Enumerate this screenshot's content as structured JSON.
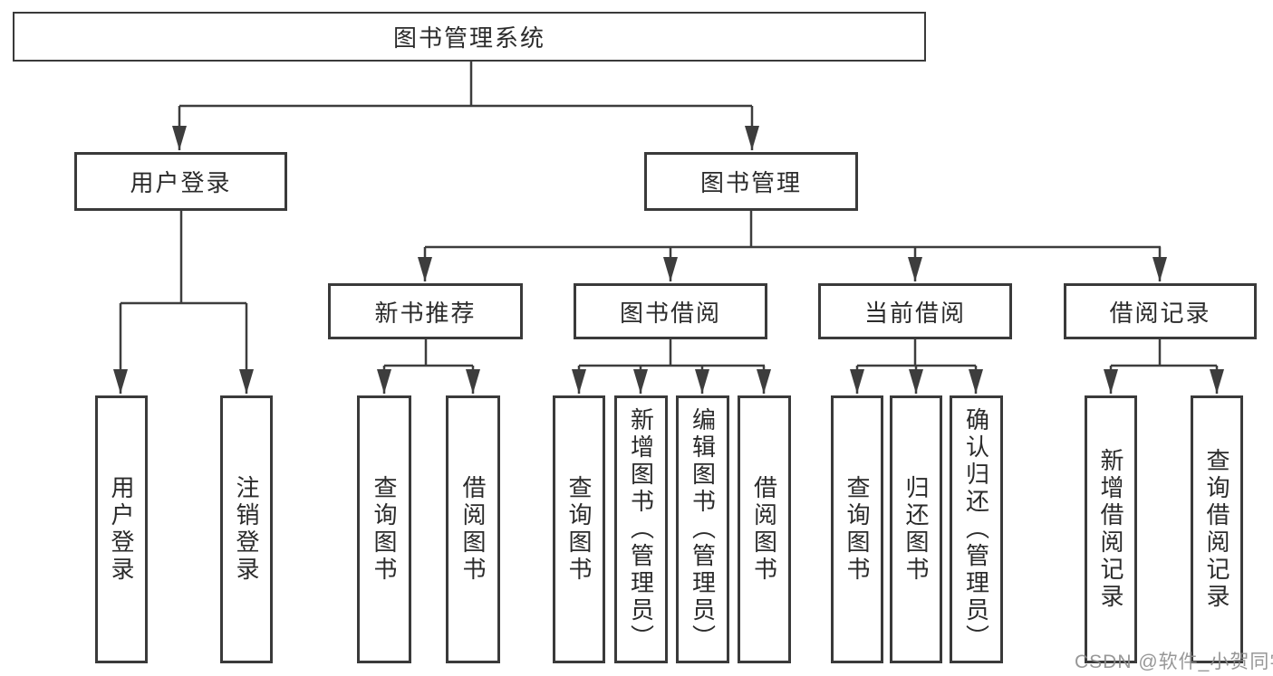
{
  "tree": {
    "label": "图书管理系统",
    "children": [
      {
        "label": "用户登录",
        "children": [
          {
            "label": "用户登录"
          },
          {
            "label": "注销登录"
          }
        ]
      },
      {
        "label": "图书管理",
        "children": [
          {
            "label": "新书推荐",
            "children": [
              {
                "label": "查询图书"
              },
              {
                "label": "借阅图书"
              }
            ]
          },
          {
            "label": "图书借阅",
            "children": [
              {
                "label": "查询图书"
              },
              {
                "label": "新增图书（管理员）"
              },
              {
                "label": "编辑图书（管理员）"
              },
              {
                "label": "借阅图书"
              }
            ]
          },
          {
            "label": "当前借阅",
            "children": [
              {
                "label": "查询图书"
              },
              {
                "label": "归还图书"
              },
              {
                "label": "确认归还（管理员）"
              }
            ]
          },
          {
            "label": "借阅记录",
            "children": [
              {
                "label": "新增借阅记录"
              },
              {
                "label": "查询借阅记录"
              }
            ]
          }
        ]
      }
    ]
  },
  "watermark": {
    "text": "CSDN @软件_小贺同学"
  },
  "colors": {
    "line": "#3d3d3d",
    "text": "#2b2b2b",
    "background": "#ffffff",
    "watermark": "#8c8c8c"
  }
}
